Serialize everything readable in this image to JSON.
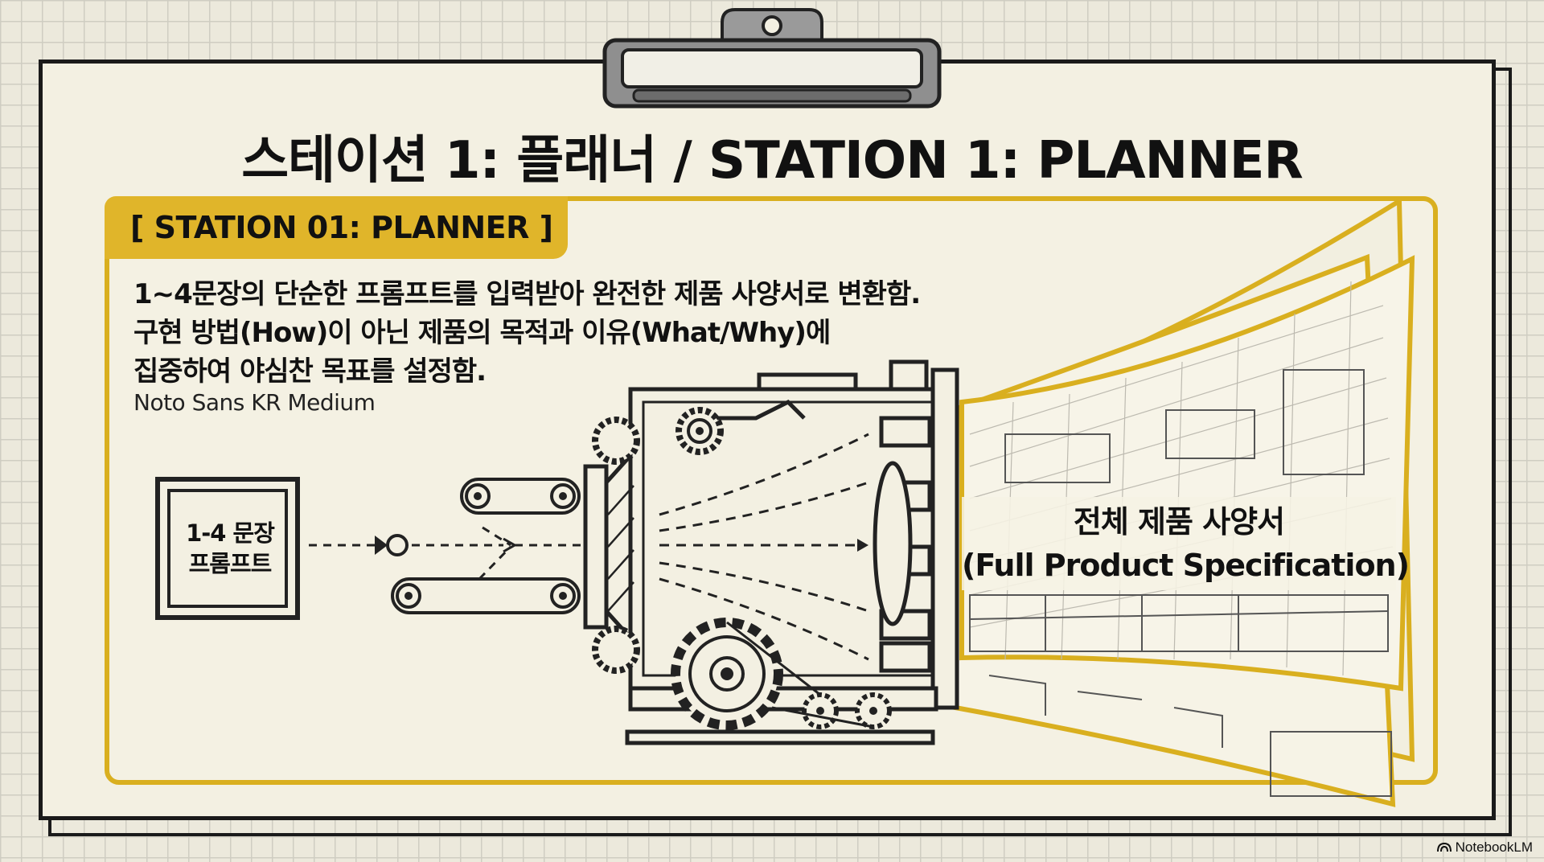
{
  "title": "스테이션 1: 플래너 / STATION 1: PLANNER",
  "tag": "[ STATION 01: PLANNER ]",
  "description": {
    "lines": [
      "1~4문장의 단순한 프롬프트를 입력받아 완전한 제품 사양서로 변환함.",
      "구현 방법(How)이 아닌 제품의 목적과 이유(What/Why)에",
      "집중하여 야심찬 목표를 설정함."
    ],
    "font_note": "Noto Sans KR Medium"
  },
  "input_box": {
    "line1": "1-4 문장",
    "line2": "프롬프트"
  },
  "output_spec": {
    "line1": "전체 제품 사양서",
    "line2": "(Full Product Specification)"
  },
  "branding": {
    "label": "NotebookLM",
    "icon": "notebooklm-logo-icon"
  },
  "colors": {
    "accent": "#e0b52a",
    "border": "#d9af1f",
    "ink": "#1a1a1a",
    "paper": "#f3f0e2"
  }
}
